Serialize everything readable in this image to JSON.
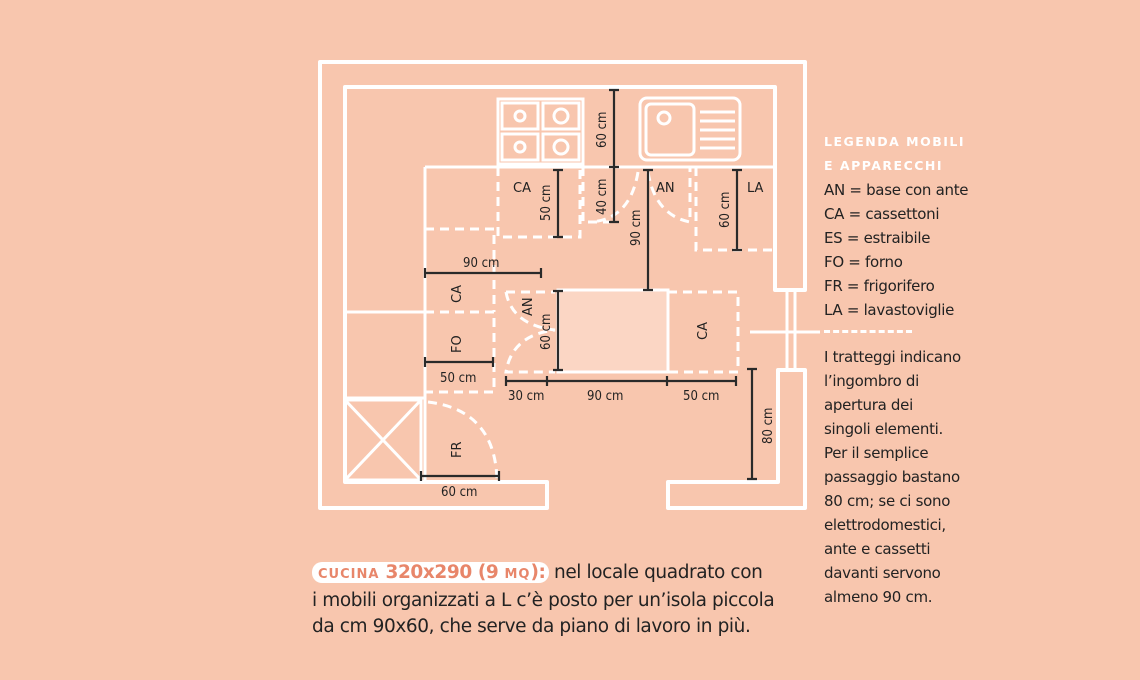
{
  "plan": {
    "labels": {
      "ca_top": "CA",
      "an_top": "AN",
      "la": "LA",
      "ca_left": "CA",
      "fo": "FO",
      "fr": "FR",
      "an_island": "AN",
      "ca_island": "CA"
    },
    "dimensions": {
      "d60_top": "60 cm",
      "d50": "50 cm",
      "d40": "40 cm",
      "d90_v": "90 cm",
      "d60_la": "60 cm",
      "d90_h": "90 cm",
      "d50_fo": "50 cm",
      "d60_island": "60 cm",
      "d30": "30 cm",
      "d90_island": "90 cm",
      "d50_island": "50 cm",
      "d80": "80 cm",
      "d60_fr": "60 cm"
    }
  },
  "legend": {
    "title1": "LEGENDA MOBILI",
    "title2": "E APPARECCHI",
    "items": [
      "AN = base con ante",
      "CA = cassettoni",
      "ES = estraibile",
      "FO = forno",
      "FR = frigorifero",
      "LA = lavastoviglie"
    ],
    "note": [
      "I tratteggi indicano",
      "l’ingombro di",
      "apertura dei",
      "singoli elementi.",
      "Per il semplice",
      "passaggio bastano",
      "80 cm; se ci sono",
      "elettrodomestici,",
      "ante e cassetti",
      "davanti servono",
      "almeno 90 cm."
    ]
  },
  "caption": {
    "tag_word": "cucina",
    "tag_size": "320x290 (9",
    "tag_unit": "mq",
    "tag_end": "):",
    "line1": " nel locale quadrato con",
    "line2": "i mobili organizzati a L c’è posto per un’isola piccola",
    "line3": "da cm 90x60, che serve da piano di lavoro in più."
  },
  "colors": {
    "background": "#F8C6AE",
    "accent": "#E8866A",
    "island": "#FBD6C4"
  }
}
